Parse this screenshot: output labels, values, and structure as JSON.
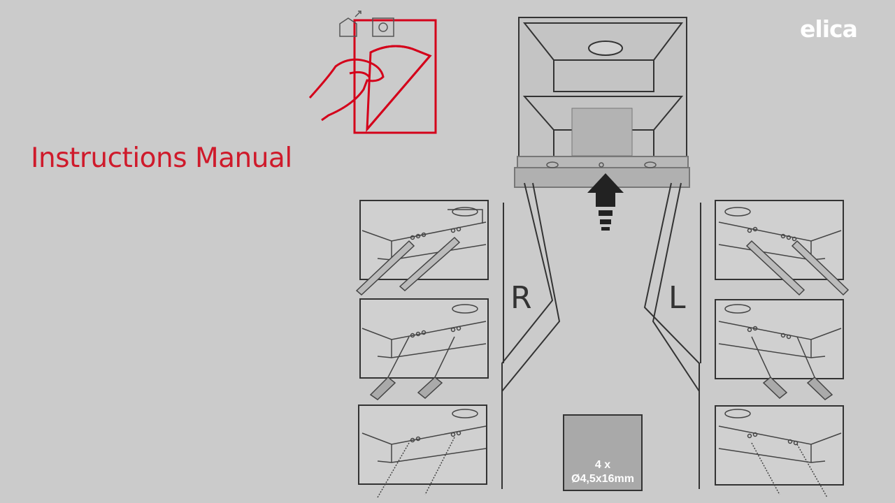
{
  "header": {
    "title": "Instructions Manual",
    "logo_text": "elica"
  },
  "diagram": {
    "side_right": "R",
    "side_left": "L",
    "screw_quantity": "4 x",
    "screw_size": "Ø4,5x16mm"
  },
  "colors": {
    "background": "#cbcbcb",
    "brand_red": "#cf1a2b",
    "line_dark": "#333333"
  }
}
